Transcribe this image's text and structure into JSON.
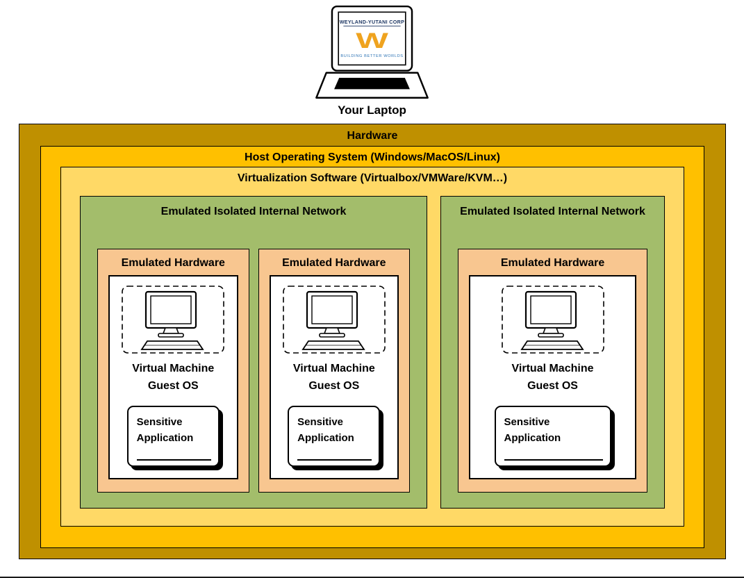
{
  "laptop": {
    "label": "Your Laptop",
    "logo": {
      "company": "WEYLAND-YUTANI CORP",
      "tagline": "BUILDING BETTER WORLDS",
      "w_mark": "W",
      "mark_color": "#EFA31F",
      "company_color": "#1F3864",
      "tagline_color": "#2E74B5"
    }
  },
  "layers": {
    "hardware": {
      "label": "Hardware",
      "color": "#BF9000"
    },
    "host_os": {
      "label": "Host Operating System (Windows/MacOS/Linux)",
      "color": "#FFC000"
    },
    "virtualization": {
      "label": "Virtualization Software (Virtualbox/VMWare/KVM…)",
      "color": "#FFD966"
    }
  },
  "networks": [
    {
      "label": "Emulated Isolated Internal Network",
      "color": "#A3BD6B",
      "vms": [
        {
          "hardware_label": "Emulated Hardware",
          "os_label": "Virtual Machine\nGuest OS",
          "app_label": "Sensitive\nApplication"
        },
        {
          "hardware_label": "Emulated Hardware",
          "os_label": "Virtual Machine\nGuest OS",
          "app_label": "Sensitive\nApplication"
        }
      ]
    },
    {
      "label": "Emulated Isolated Internal Network",
      "color": "#A3BD6B",
      "vms": [
        {
          "hardware_label": "Emulated Hardware",
          "os_label": "Virtual Machine\nGuest OS",
          "app_label": "Sensitive\nApplication"
        }
      ]
    }
  ]
}
